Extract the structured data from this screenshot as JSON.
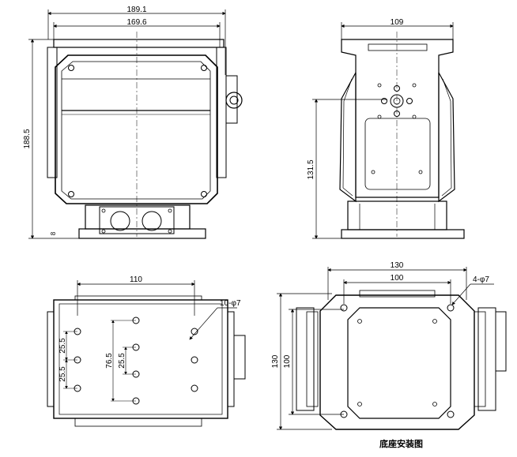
{
  "front_view": {
    "dim_overall_width": "189.1",
    "dim_inner_width": "169.6",
    "dim_height": "188.5",
    "dim_base_small": "8"
  },
  "side_view": {
    "dim_top_width": "109",
    "dim_height": "131.5"
  },
  "bottom_view": {
    "dim_width": "110",
    "dim_holes": "10-φ7",
    "dim_spacing_a": "25.5",
    "dim_spacing_b": "25.5",
    "dim_spacing_c": "76.5",
    "dim_spacing_d": "25.5"
  },
  "base_view": {
    "dim_outer_width": "130",
    "dim_inner_width": "100",
    "dim_holes": "4-φ7",
    "dim_outer_height": "130",
    "dim_inner_height": "100",
    "caption": "底座安装图"
  }
}
